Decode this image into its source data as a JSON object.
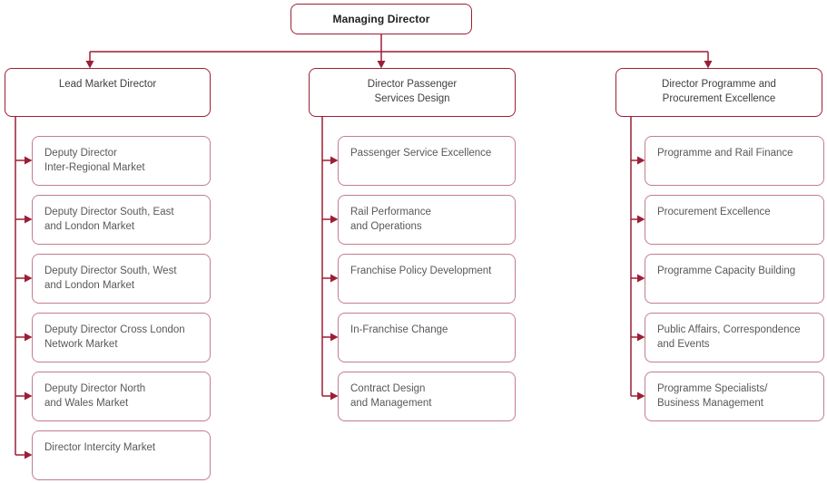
{
  "root": {
    "label": "Managing Director"
  },
  "columns": [
    {
      "header": "Lead Market Director",
      "children": [
        "Deputy Director\nInter-Regional Market",
        "Deputy Director South, East\nand London Market",
        "Deputy Director South, West\nand London Market",
        "Deputy Director Cross London\nNetwork Market",
        "Deputy Director North\nand Wales Market",
        "Director Intercity Market"
      ]
    },
    {
      "header": "Director Passenger\nServices Design",
      "children": [
        "Passenger Service Excellence",
        "Rail Performance\nand Operations",
        "Franchise Policy Development",
        "In-Franchise Change",
        "Contract Design\nand Management"
      ]
    },
    {
      "header": "Director Programme and\nProcurement Excellence",
      "children": [
        "Programme and Rail Finance",
        "Procurement Excellence",
        "Programme Capacity Building",
        "Public Affairs, Correspondence\nand Events",
        "Programme Specialists/\nBusiness Management"
      ]
    }
  ],
  "colors": {
    "line": "#9c1f35",
    "child_border": "#c27d8d",
    "child_text": "#57585a",
    "header_text": "#3f4042",
    "root_text": "#1e1e1e",
    "background": "#ffffff"
  }
}
